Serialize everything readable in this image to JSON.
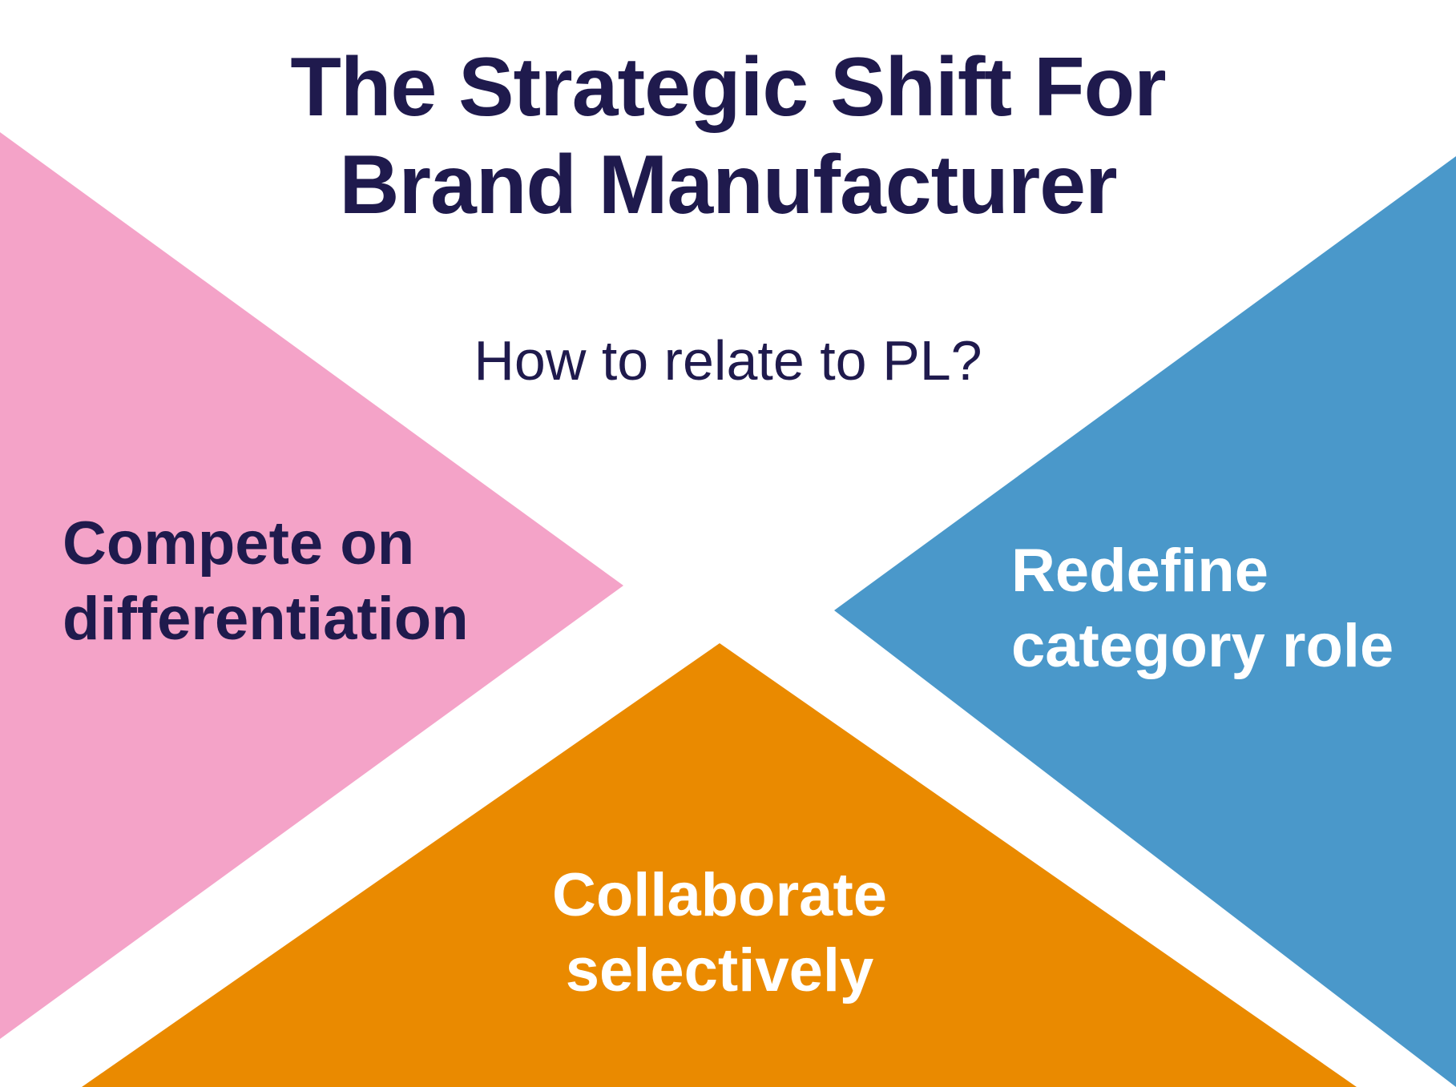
{
  "header": {
    "title_line1": "The Strategic Shift For",
    "title_line2": "Brand Manufacturer",
    "question": "How to relate to PL?"
  },
  "colors": {
    "title": "#1f1a4d",
    "pink": "#f4a3c8",
    "blue": "#4a98ca",
    "orange": "#ea8a00",
    "text_dark": "#1f1a4d",
    "text_light": "#ffffff"
  },
  "shapes": [
    {
      "id": "pink-triangle",
      "label_line1": "Compete on",
      "label_line2": "differentiation"
    },
    {
      "id": "blue-triangle",
      "label_line1": "Redefine",
      "label_line2": "category role"
    },
    {
      "id": "orange-triangle",
      "label_line1": "Collaborate",
      "label_line2": "selectively"
    }
  ]
}
